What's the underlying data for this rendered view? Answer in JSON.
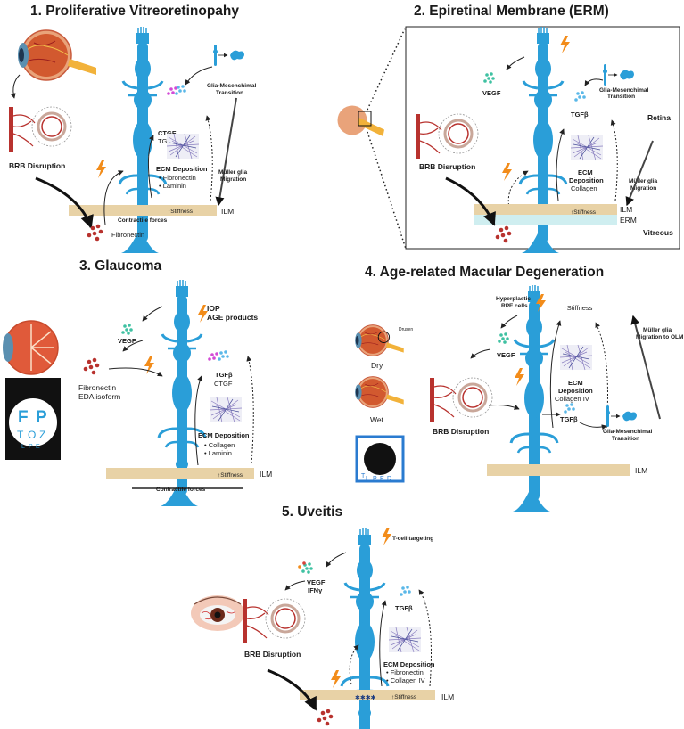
{
  "panels": {
    "p1": {
      "title": "1.  Proliferative Vitreoretinopahy",
      "ctgf": "CTGF",
      "tgfb": "TGFβ",
      "gmt_1": "Glia-Mesenchimal",
      "gmt_2": "Transition",
      "ecm": "ECM Deposition",
      "ecm_items": [
        "Fibronectin",
        "Laminin"
      ],
      "muller_1": "Müller glia",
      "muller_2": "Migration",
      "brb": "BRB Disruption",
      "stiffness": "↑Stiffness",
      "ilm": "ILM",
      "contractile": "Contractile forces",
      "fibronectin": "Fibronectin"
    },
    "p2": {
      "title": "2. Epiretinal Membrane (ERM)",
      "vegf": "VEGF",
      "gmt_1": "Glia-Mesenchimal",
      "gmt_2": "Transition",
      "tgfb": "TGFβ",
      "retina": "Retina",
      "brb": "BRB Disruption",
      "ecm_1": "ECM",
      "ecm_2": "Deposition",
      "ecm_3": "Collagen",
      "muller_1": "Müller glia",
      "muller_2": "Migration",
      "ilm": "ILM",
      "stiffness": "↑Stiffness",
      "erm": "ERM",
      "vitreous": "Vitreous"
    },
    "p3": {
      "title": "3. Glaucoma",
      "iop": "IOP",
      "age": "AGE products",
      "vegf": "VEGF",
      "fib_1": "Fibronectin",
      "fib_2": "EDA isoform",
      "tgfb": "TGFβ",
      "ctgf": "CTGF",
      "ecm": "ECM Deposition",
      "ecm_items": [
        "Collagen",
        "Laminin"
      ],
      "ilm": "ILM",
      "stiffness": "↑Stiffness",
      "contractile": "Contractile forces",
      "chart_letters": [
        "F",
        "P",
        "T",
        "O",
        "Z",
        "L",
        "P",
        "E"
      ]
    },
    "p4": {
      "title": "4. Age-related Macular Degeneration",
      "hyper_1": "Hyperplastic",
      "hyper_2": "RPE cells",
      "stiffness": "↑Stiffness",
      "muller_1": "Müller glia",
      "muller_2": "Migration to OLM",
      "drusen": "Drusen",
      "dry": "Dry",
      "vegf": "VEGF",
      "ecm_1": "ECM",
      "ecm_2": "Deposition",
      "ecm_3": "Collagen IV",
      "wet": "Wet",
      "brb": "BRB Disruption",
      "tgfb": "TGFβ",
      "gmt_1": "Glia-Mesenchimal",
      "gmt_2": "Transition",
      "ilm": "ILM",
      "chart_letters": [
        "T",
        "L",
        "P",
        "E",
        "D"
      ]
    },
    "p5": {
      "title": "5. Uveitis",
      "tcell": "T-cell targeting",
      "vegf": "VEGF",
      "ifn": "IFNγ",
      "tgfb": "TGFβ",
      "brb": "BRB Disruption",
      "ecm": "ECM Deposition",
      "ecm_items": [
        "Fibronectin",
        "Collagen IV"
      ],
      "stiffness": "↑Stiffness",
      "ilm": "ILM"
    }
  },
  "colors": {
    "cell": "#2a9ed8",
    "ilm": "#e8d2a6",
    "erm": "#cfeef0",
    "lightning": "#f28c1a",
    "fibronectin": "#b8322e",
    "vegf_dots": "#3fc1a2",
    "ctgf_dots": "#d34ad6",
    "tgfb_dots": "#5ab8e8",
    "vessel": "#b8322e"
  }
}
